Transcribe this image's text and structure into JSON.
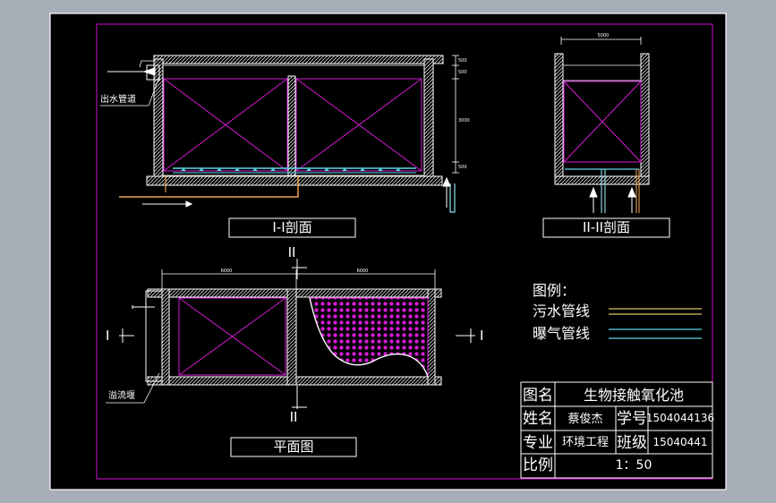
{
  "colors": {
    "window_bg": "#a7aeb8",
    "canvas_bg": "#000000",
    "border": "#d10dd1",
    "wall": "#ffffff",
    "magenta": "#d51bd5",
    "sewage": "#d6c45c",
    "aeration": "#61d7e8",
    "pipe_orange": "#e8a14f",
    "lightblue": "#8fdff0"
  },
  "sections": {
    "section_1_label": "I-I剖面",
    "section_2_label": "II-II剖面",
    "plan_label": "平面图",
    "cut_mark_top": "II",
    "cut_mark_bottom": "II",
    "cut_mark_left": "I",
    "cut_mark_right": "I"
  },
  "annotations": {
    "outlet_pipe": "出水管道",
    "weir": "溢流堰"
  },
  "legend": {
    "title": "图例：",
    "items": [
      {
        "label": "污水管线",
        "color": "#d6c45c"
      },
      {
        "label": "曝气管线",
        "color": "#61d7e8"
      }
    ]
  },
  "title_block": {
    "drawing_name_label": "图名",
    "drawing_name": "生物接触氧化池",
    "name_label": "姓名",
    "name": "蔡俊杰",
    "student_id_label": "学号",
    "student_id": "1504044136",
    "major_label": "专业",
    "major": "环境工程",
    "class_label": "班级",
    "class_no": "15040441",
    "scale_label": "比例",
    "scale": "1：50"
  }
}
